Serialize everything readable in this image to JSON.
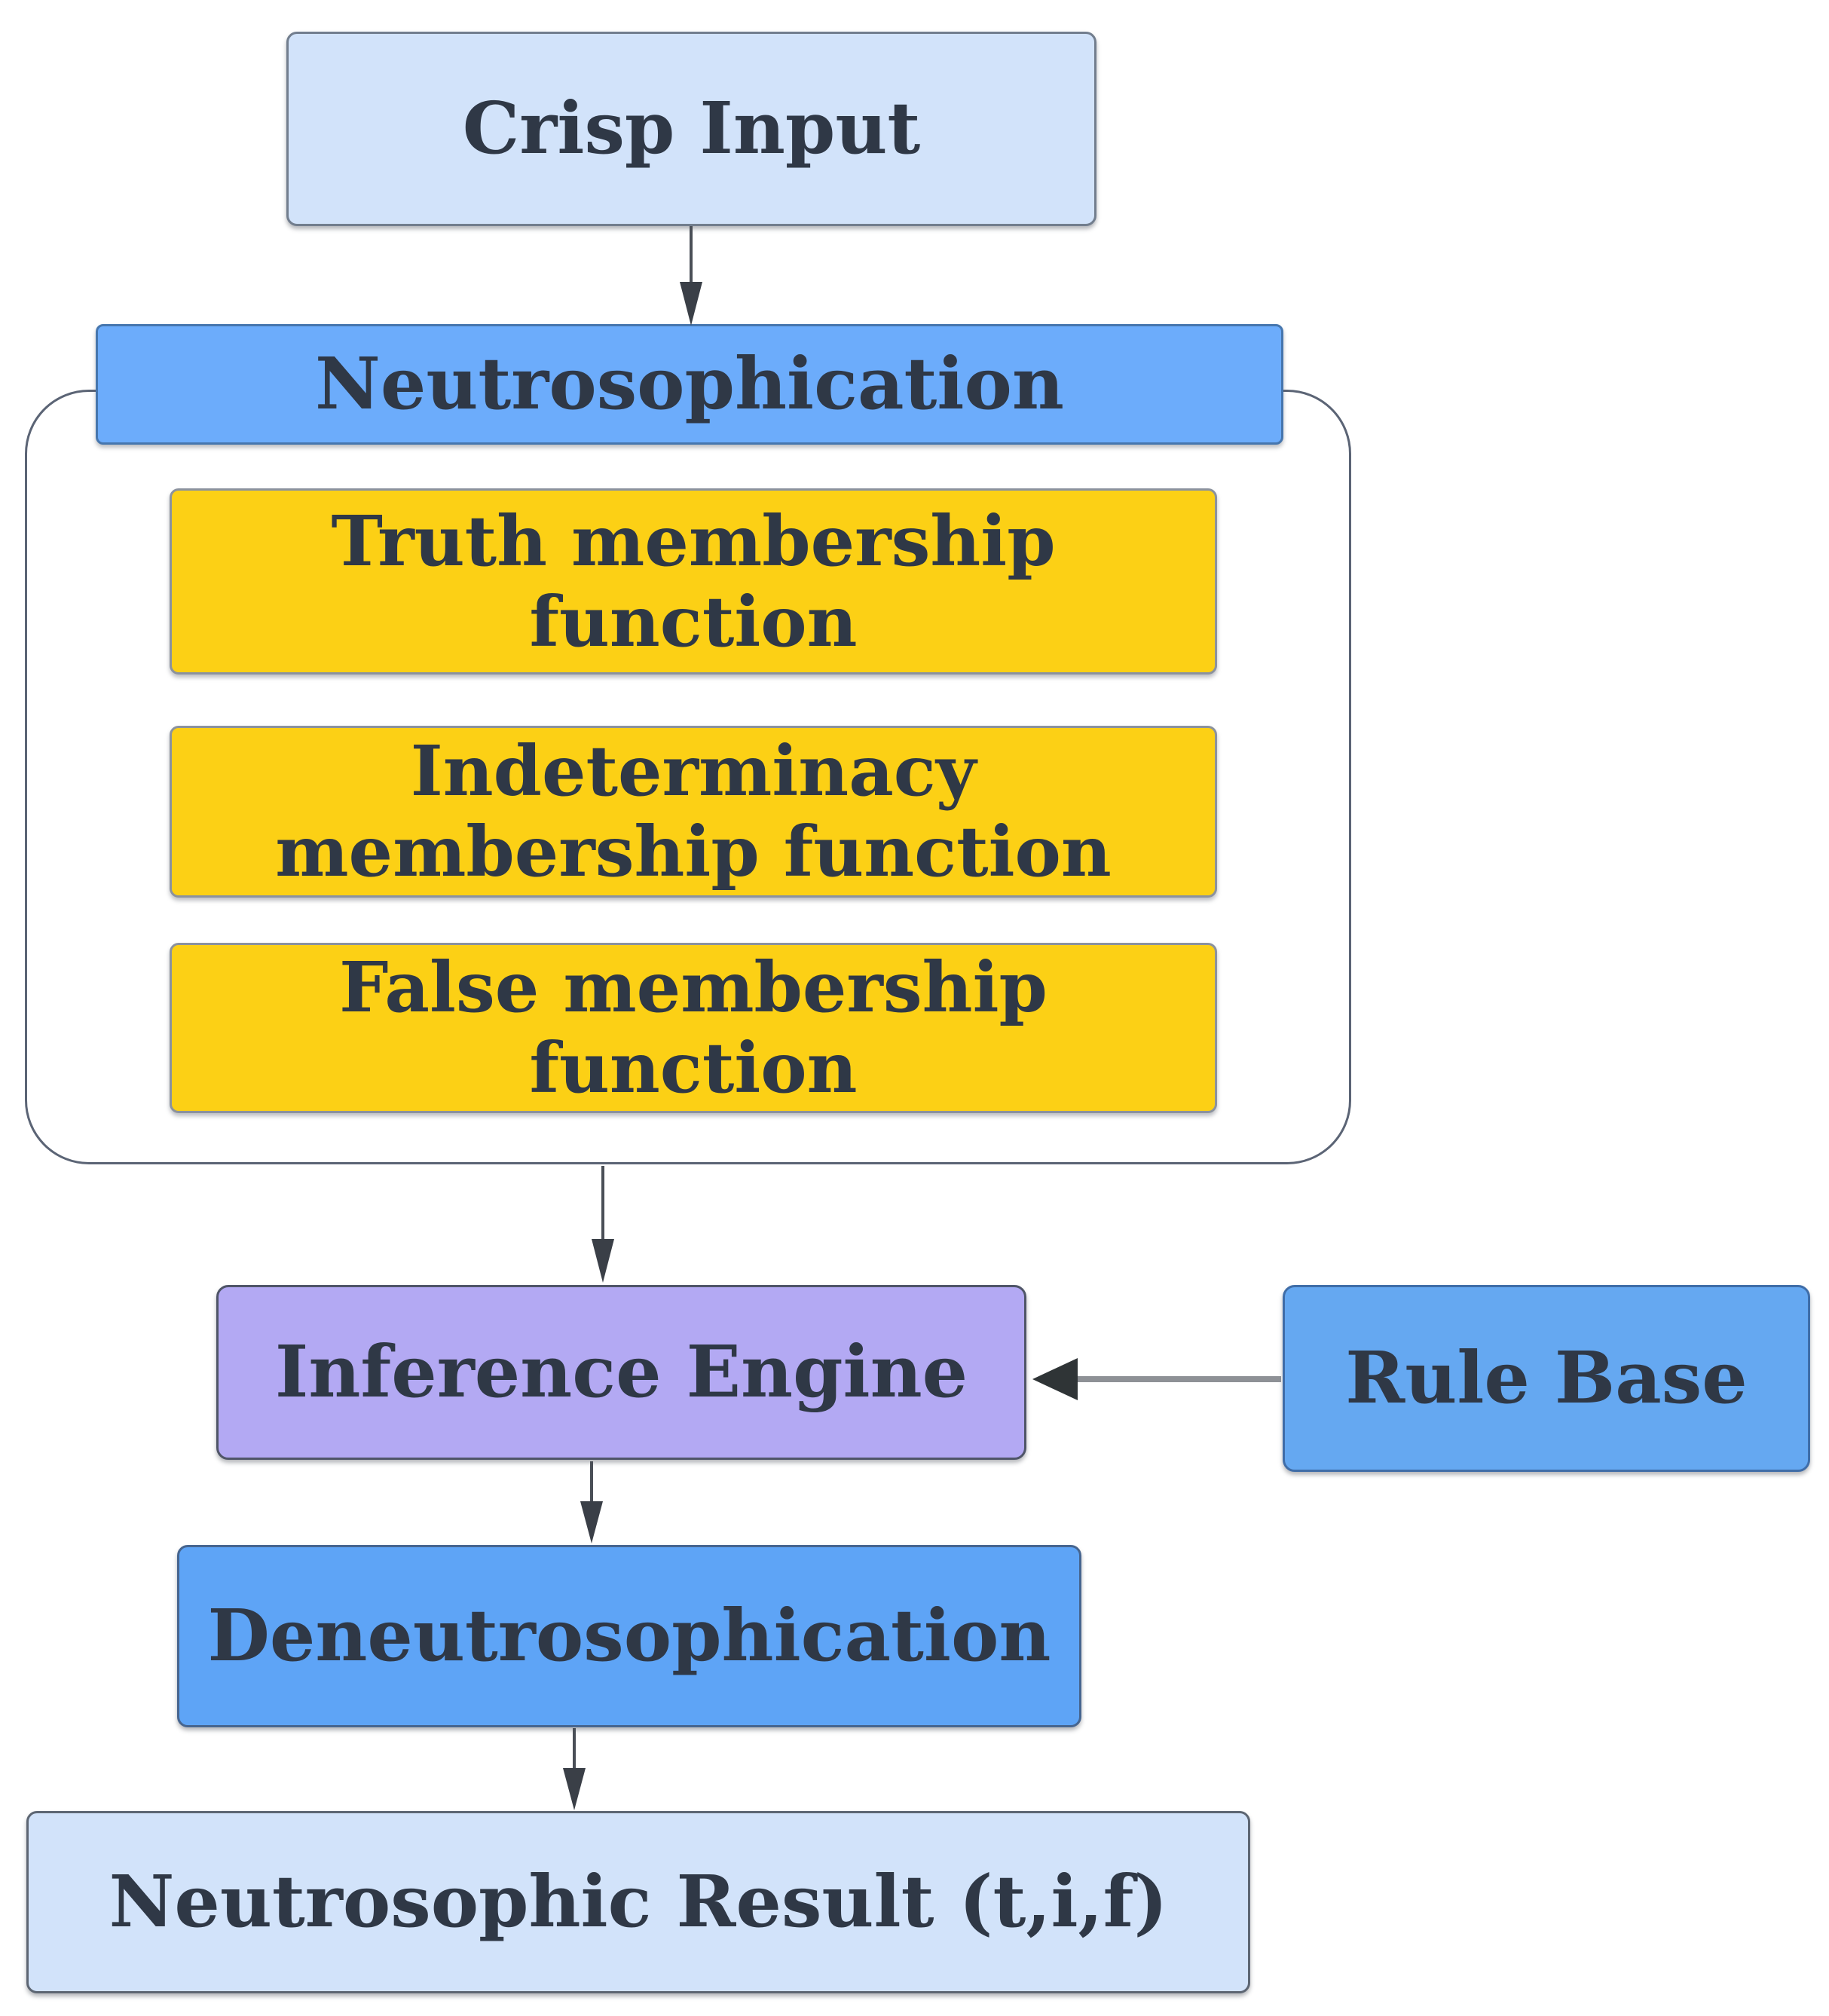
{
  "diagram_title": "Neutrosophic inference system flowchart",
  "colors": {
    "light_blue_fill": "#d2e3fa",
    "medium_blue_fill": "#6cacfb",
    "yellow_fill": "#fcd015",
    "purple_fill": "#b3a9f3",
    "rule_base_fill": "#65a8f1",
    "deneutrosophication_fill": "#5ea4f6",
    "text_color": "#2f3846",
    "arrow_color": "#4a4f57"
  },
  "nodes": {
    "crisp_input": {
      "label": "Crisp Input",
      "fill": "#d2e3fa"
    },
    "neutrosophication": {
      "label": "Neutrosophication",
      "fill": "#6cacfb"
    },
    "truth_membership": {
      "label": "Truth membership\nfunction",
      "fill": "#fcd015"
    },
    "indeterminacy_membership": {
      "label": "Indeterminacy\nmembership function",
      "fill": "#fcd015"
    },
    "false_membership": {
      "label": "False membership\nfunction",
      "fill": "#fcd015"
    },
    "inference_engine": {
      "label": "Inference Engine",
      "fill": "#b3a9f3"
    },
    "rule_base": {
      "label": "Rule Base",
      "fill": "#65a8f1"
    },
    "deneutrosophication": {
      "label": "Deneutrosophication",
      "fill": "#5ea4f6"
    },
    "neutrosophic_result": {
      "label": "Neutrosophic Result (t,i,f)",
      "fill": "#d2e3fa"
    }
  },
  "edges": [
    {
      "from": "crisp_input",
      "to": "neutrosophication",
      "direction": "down"
    },
    {
      "from": "neutrosophication_group",
      "to": "inference_engine",
      "direction": "down"
    },
    {
      "from": "rule_base",
      "to": "inference_engine",
      "direction": "left"
    },
    {
      "from": "inference_engine",
      "to": "deneutrosophication",
      "direction": "down"
    },
    {
      "from": "deneutrosophication",
      "to": "neutrosophic_result",
      "direction": "down"
    }
  ]
}
